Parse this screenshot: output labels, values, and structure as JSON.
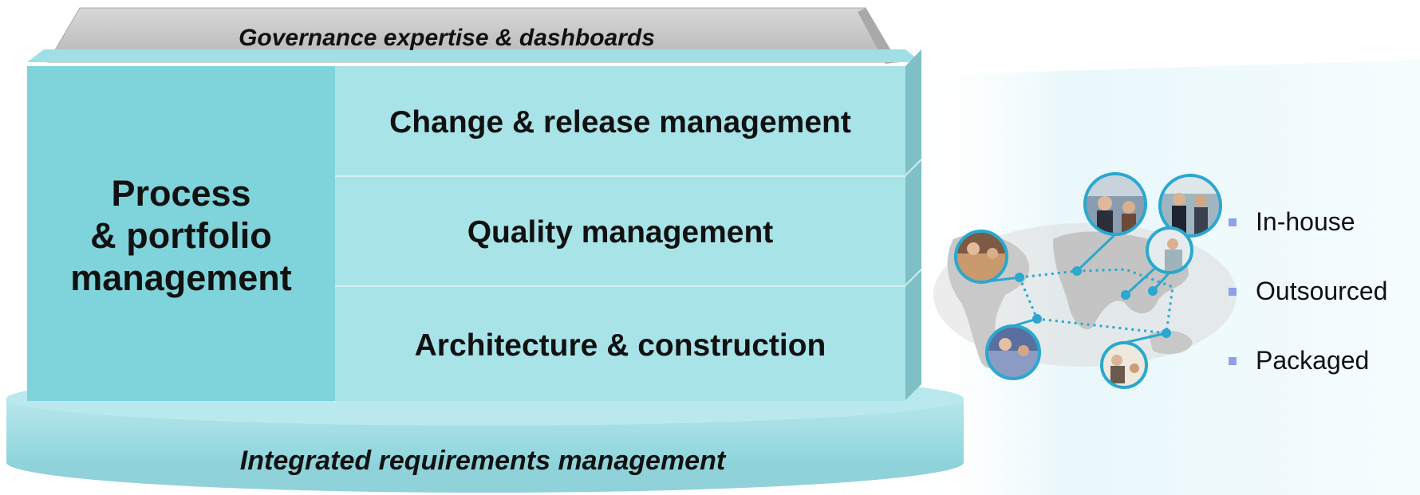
{
  "diagram": {
    "roof_label": "Governance expertise & dashboards",
    "left_pillar_label": "Process\n& portfolio\nmanagement",
    "rows": [
      {
        "label": "Change & release management"
      },
      {
        "label": "Quality management"
      },
      {
        "label": "Architecture & construction"
      }
    ],
    "base_label": "Integrated requirements management",
    "delivery_models": [
      {
        "label": "In-house"
      },
      {
        "label": "Outsourced"
      },
      {
        "label": "Packaged"
      }
    ],
    "colors": {
      "pillar_dark": "#7fd3db",
      "row_fill": "#a8e3e8",
      "side_fill": "#7fc6cc",
      "roof_fill": "#c2c2c2",
      "base_fill": "#9fdde3",
      "globe_ring": "#2aa8cf",
      "bullet": "#8fa0e6"
    },
    "icons": [
      "globe-map-icon",
      "people-photo-icon"
    ]
  }
}
